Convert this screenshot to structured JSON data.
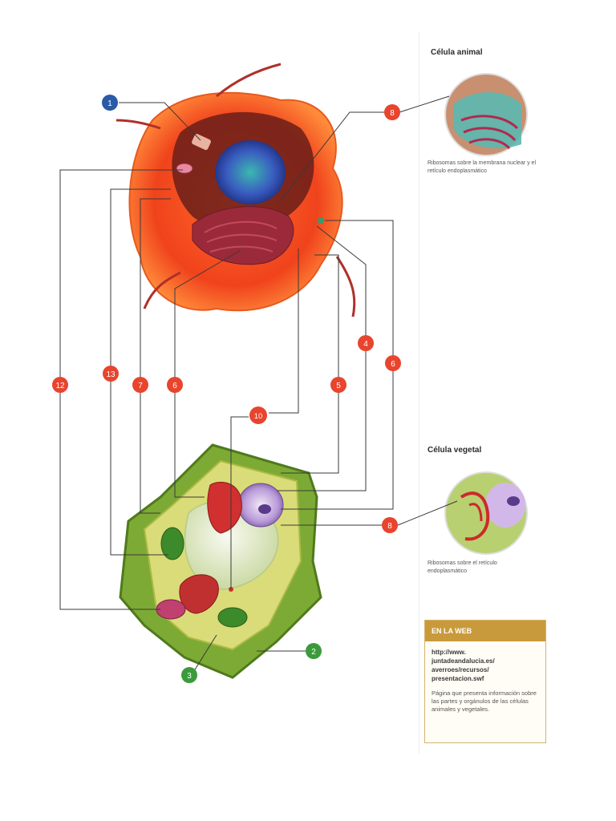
{
  "sidebar": {
    "animal_title": "Célula animal",
    "animal_caption": "Ribosomas sobre la membrana nuclear y el retículo endoplasmático",
    "plant_title": "Célula vegetal",
    "plant_caption": "Ribosomas sobre el retículo endoplasmático"
  },
  "web_box": {
    "header": "EN LA WEB",
    "link": "http://www.\njuntadeandalucia.es/\naverroes/recursos/\npresentacion.swf",
    "description": "Página que presenta información sobre las partes y orgánulos de las células animales y vegetales."
  },
  "callouts": {
    "c1": "1",
    "c2": "2",
    "c3": "3",
    "c4": "4",
    "c5": "5",
    "c6a": "6",
    "c6b": "6",
    "c7": "7",
    "c8a": "8",
    "c8b": "8",
    "c10": "10",
    "c12": "12",
    "c13": "13"
  },
  "colors": {
    "callout_red": "#e8442e",
    "callout_blue": "#2a5aa8",
    "callout_green": "#3c9a3c",
    "web_header": "#c99a3b",
    "leader_line": "#3a3a3a"
  }
}
